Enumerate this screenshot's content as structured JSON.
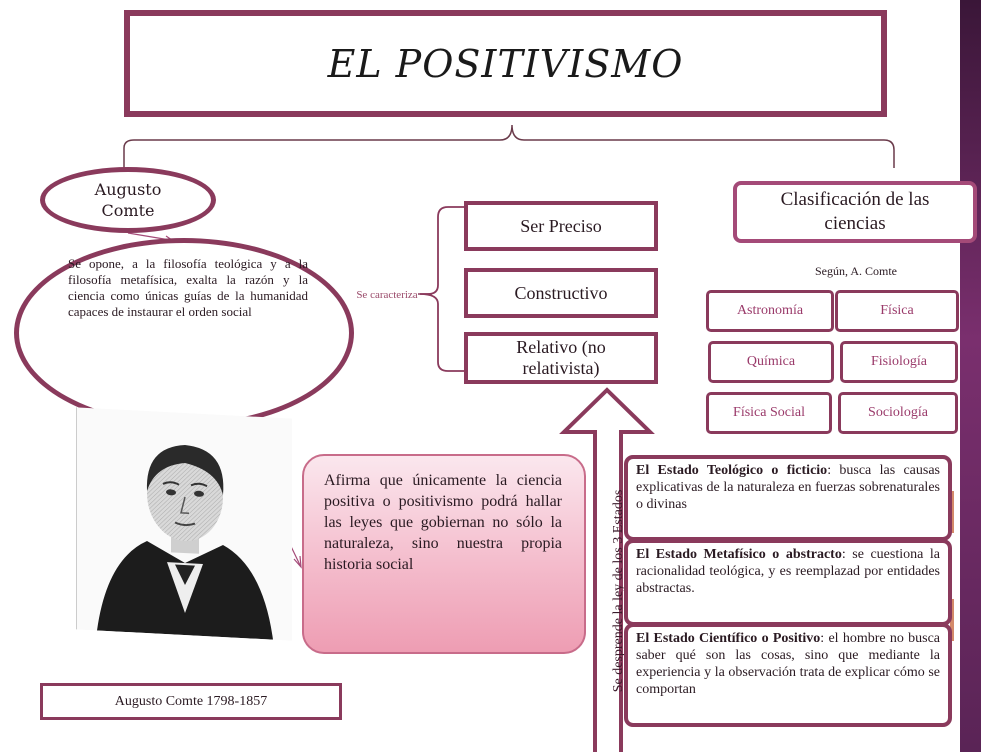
{
  "title": "EL POSITIVISMO",
  "author": {
    "name_oval": "Augusto Comte",
    "description": "Se opone, a la filosofía teológica y a la filosofía metafísica, exalta la razón y la ciencia como únicas guías de la humanidad capaces de instaurar el orden social",
    "caption": "Augusto Comte 1798-1857",
    "claim": "Afirma que únicamente la ciencia positiva o positivismo podrá hallar las leyes que gobiernan no sólo la naturaleza, sino nuestra propia historia social"
  },
  "characteristics": {
    "connector": "Se caracteriza",
    "items": [
      "Ser Preciso",
      "Constructivo",
      "Relativo (no relativista)"
    ]
  },
  "classification": {
    "title": "Clasificación de las ciencias",
    "source": "Según, A. Comte",
    "sciences": [
      "Astronomía",
      "Física",
      "Química",
      "Fisiología",
      "Física Social",
      "Sociología"
    ]
  },
  "states": {
    "arrow_label": "Se desprende la ley de los 3 Estados",
    "items": [
      {
        "heading": "El Estado Teológico o ficticio",
        "text": ": busca las causas explicativas de la naturaleza en fuerzas sobrenaturales o divinas"
      },
      {
        "heading": "El Estado Metafísico o abstracto",
        "text": ": se cuestiona la racionalidad teológica, y es reemplazad por entidades abstractas."
      },
      {
        "heading": "El Estado Científico o Positivo",
        "text": ": el hombre no busca saber qué son las cosas, sino que mediante la experiencia y la observación trata de explicar cómo se comportan"
      }
    ]
  },
  "colors": {
    "border": "#8a3a5c",
    "accent_pink": "#ee9db3",
    "side_band": "#5a2456"
  },
  "icons": [
    "portrait-image",
    "up-arrow"
  ]
}
